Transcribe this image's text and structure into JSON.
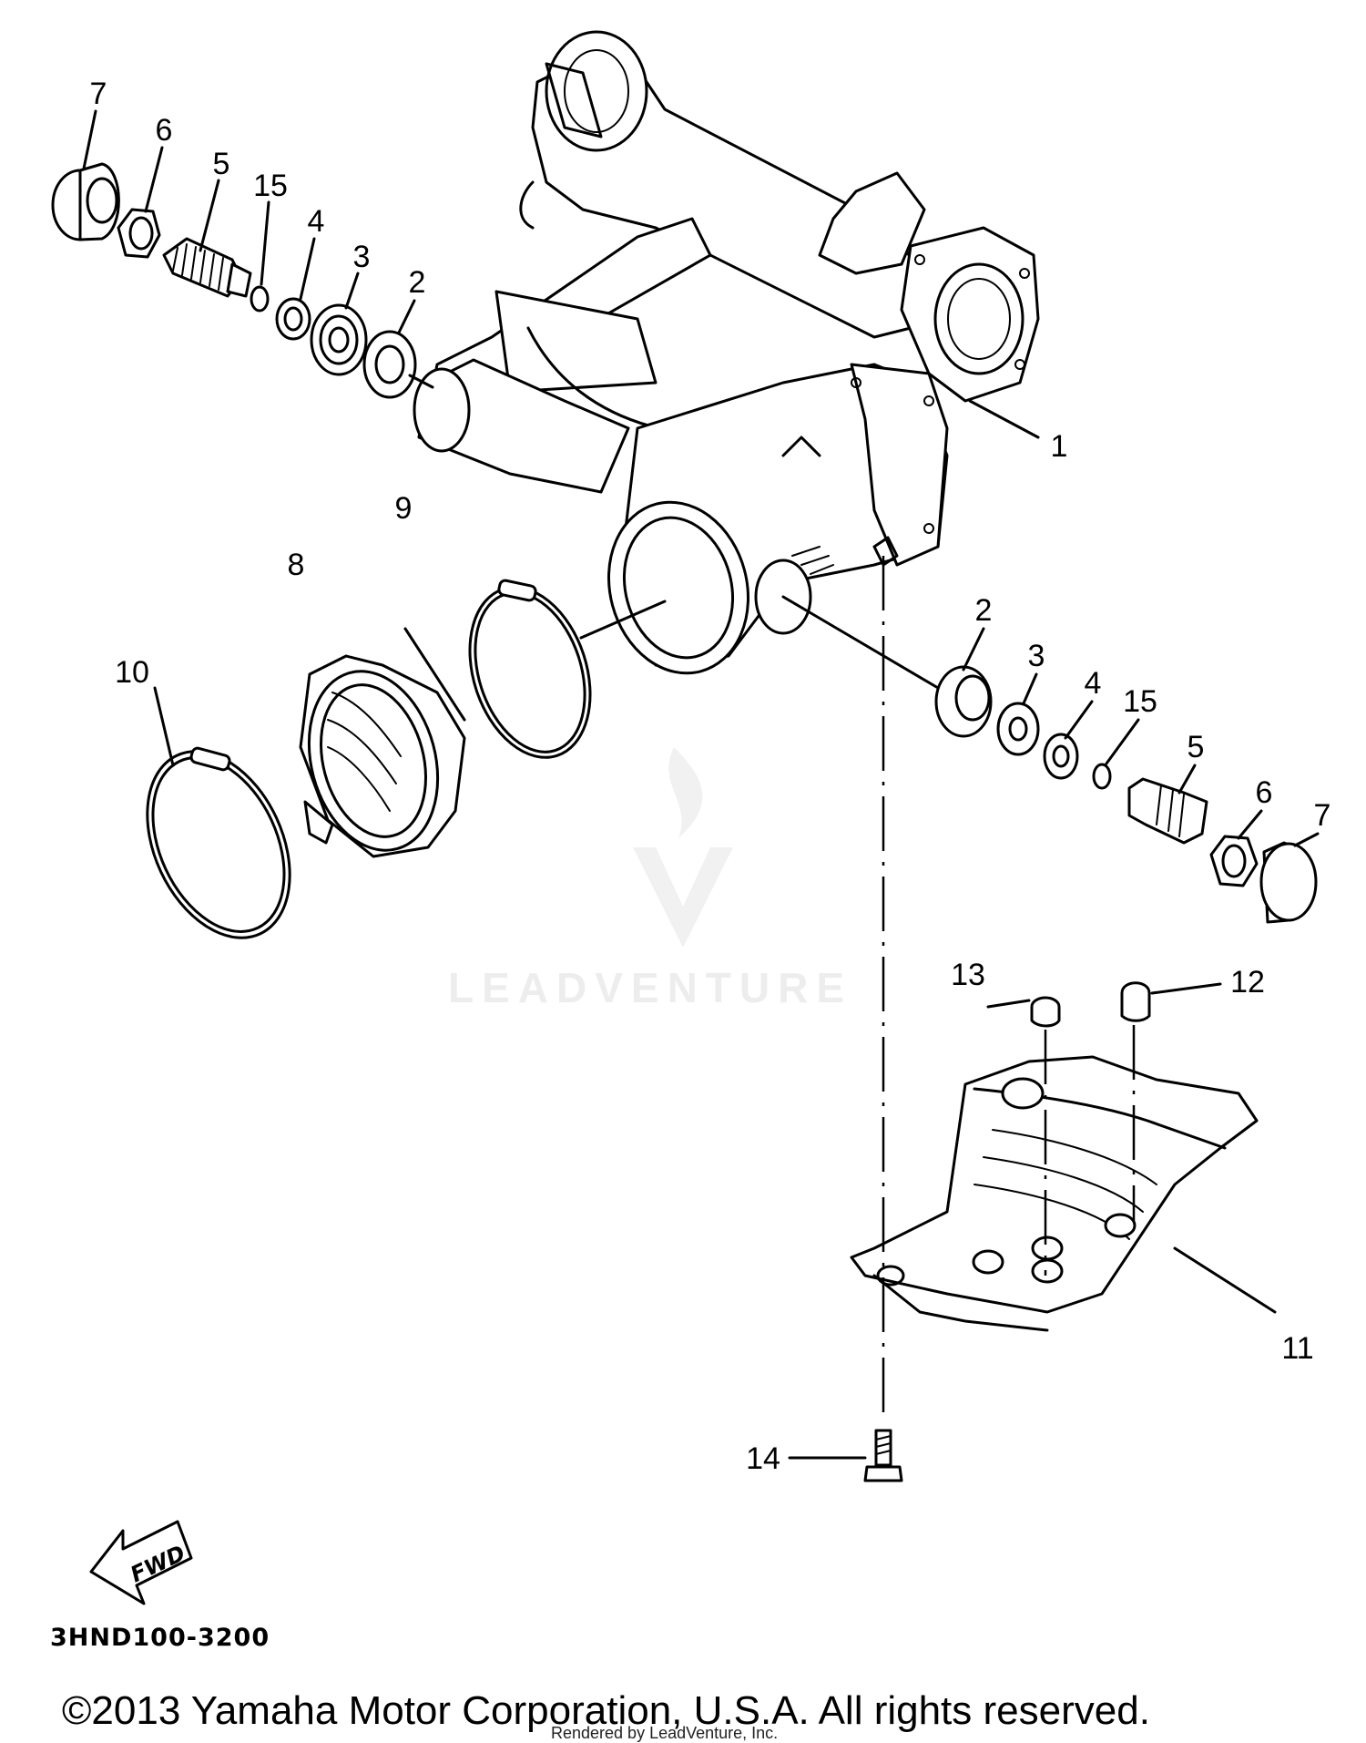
{
  "callouts": {
    "c1": "1",
    "c2a": "2",
    "c3a": "3",
    "c4a": "4",
    "c15a": "15",
    "c5a": "5",
    "c6a": "6",
    "c7a": "7",
    "c2b": "2",
    "c3b": "3",
    "c4b": "4",
    "c15b": "15",
    "c5b": "5",
    "c6b": "6",
    "c7b": "7",
    "c8": "8",
    "c9": "9",
    "c10": "10",
    "c11": "11",
    "c12": "12",
    "c13": "13",
    "c14": "14"
  },
  "fwd_label": "FWD",
  "diagram_code": "3HND100-3200",
  "watermark": "LEADVENTURE",
  "copyright": "©2013 Yamaha Motor Corporation, U.S.A. All rights reserved.",
  "rendered_by": "Rendered by LeadVenture, Inc."
}
